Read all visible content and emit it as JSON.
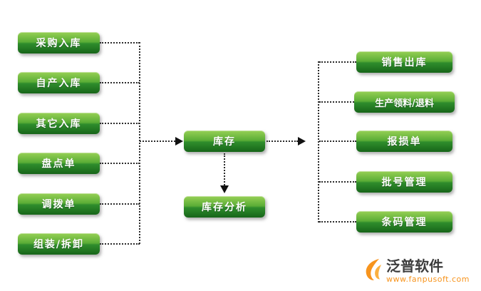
{
  "diagram": {
    "left_nodes": [
      {
        "label": "采购入库"
      },
      {
        "label": "自产入库"
      },
      {
        "label": "其它入库"
      },
      {
        "label": "盘点单"
      },
      {
        "label": "调拨单"
      },
      {
        "label": "组装/拆卸"
      }
    ],
    "center_node": {
      "label": "库存"
    },
    "analysis_node": {
      "label": "库存分析"
    },
    "right_nodes": [
      {
        "label": "销售出库"
      },
      {
        "label": "生产领料/退料"
      },
      {
        "label": "报损单"
      },
      {
        "label": "批号管理"
      },
      {
        "label": "条码管理"
      }
    ],
    "logo": {
      "brand": "泛普软件",
      "website": "www.fanpusoft.com"
    },
    "colors": {
      "node_gradient_top": "#97d055",
      "node_gradient_bottom": "#176519",
      "node_text": "#ffffff",
      "connector": "#2b2b2b",
      "logo_accent": "#f7941d",
      "logo_text": "#3d3d3d"
    }
  }
}
